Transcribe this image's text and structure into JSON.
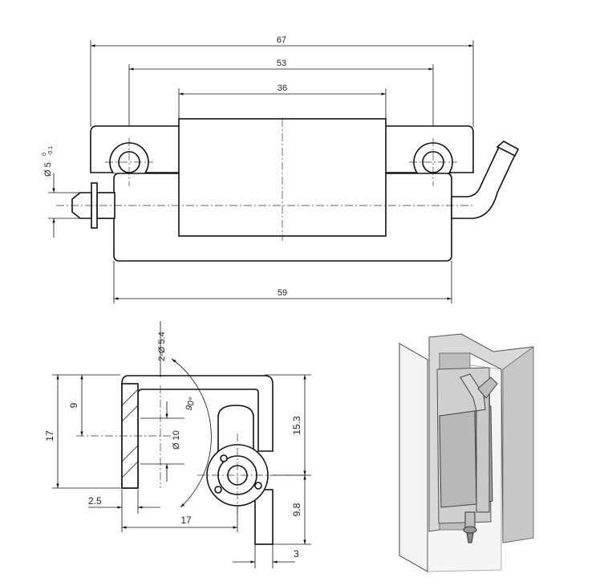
{
  "drawing": {
    "top_view": {
      "dim_overall": "67",
      "dim_hole_spacing": "53",
      "dim_knuckle": "36",
      "dim_leaf": "59",
      "dim_pin_dia": "Ø 5",
      "dim_pin_tol_upper": "0",
      "dim_pin_tol_lower": "-0.1"
    },
    "side_view": {
      "dim_holes": "2-Ø 5.4",
      "dim_angle": "90°",
      "dim_boss_dia": "Ø 10",
      "dim_height": "17",
      "dim_9": "9",
      "dim_15_3": "15.3",
      "dim_9_8": "9.8",
      "dim_2_5": "2.5",
      "dim_17_horizontal": "17",
      "dim_3": "3"
    },
    "colors": {
      "line": "#111111",
      "iso_light": "#d6d6d6",
      "iso_mid": "#b5b5b5",
      "iso_dark": "#8f8f8f"
    }
  }
}
